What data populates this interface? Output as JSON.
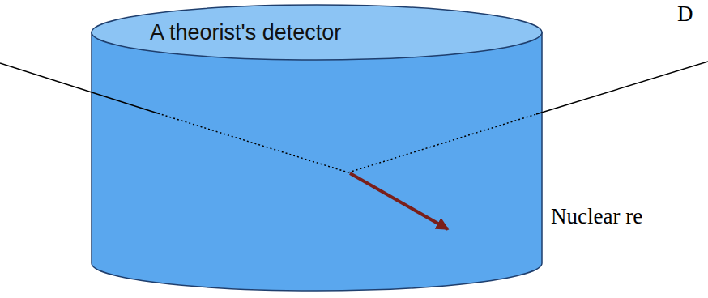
{
  "diagram": {
    "nodes": [
      {
        "text": [
          "A theorist's detector"
        ]
      }
    ],
    "labels": [
      "D",
      "Nuclear re"
    ]
  }
}
